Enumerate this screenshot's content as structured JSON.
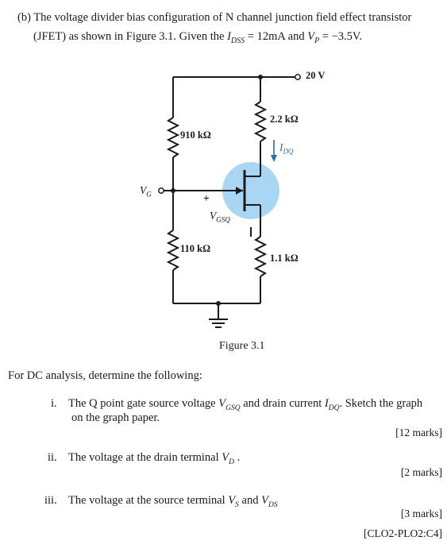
{
  "question": {
    "line1_prefix": "(b) The voltage divider bias configuration of N channel junction field effect transistor",
    "line2_prefix": "(JFET) as shown in Figure 3.1. Given the ",
    "idss_sym": "I",
    "idss_sub": "DSS",
    "idss_val": " = 12mA",
    "and": " and ",
    "vp_sym": "V",
    "vp_sub": "P",
    "vp_val": " = −3.5V."
  },
  "circuit": {
    "supply": "20 V",
    "r_top_left": "910 kΩ",
    "r_bottom_left": "110 kΩ",
    "r_drain": "2.2 kΩ",
    "r_source": "1.1 kΩ",
    "vg_sym": "V",
    "vg_sub": "G",
    "vgsq_sym": "V",
    "vgsq_sub": "GSQ",
    "idq_sym": "I",
    "idq_sub": "DQ",
    "plus": "+",
    "minus": "−",
    "caption": "Figure 3.1",
    "colors": {
      "jfet_highlight": "#a9d6f2",
      "wire": "#1a1a1a"
    }
  },
  "dc": {
    "heading": "For DC analysis, determine the following:",
    "items": [
      {
        "num": "i.",
        "text_a": "The Q point gate source voltage ",
        "sym1": "V",
        "sub1": "GSQ",
        "text_b": " and drain current ",
        "sym2": "I",
        "sub2": "DQ",
        "text_c": ". Sketch the graph",
        "text_line2": "on the graph paper.",
        "marks": "[12 marks]"
      },
      {
        "num": "ii.",
        "text_a": "The voltage at the drain terminal ",
        "sym1": "V",
        "sub1": "D",
        "text_b": " .",
        "marks": "[2 marks]"
      },
      {
        "num": "iii.",
        "text_a": "The voltage at the source terminal ",
        "sym1": "V",
        "sub1": "S",
        "text_b": " and ",
        "sym2": "V",
        "sub2": "DS",
        "marks": "[3 marks]"
      }
    ],
    "clo": "[CLO2-PLO2:C4]"
  }
}
